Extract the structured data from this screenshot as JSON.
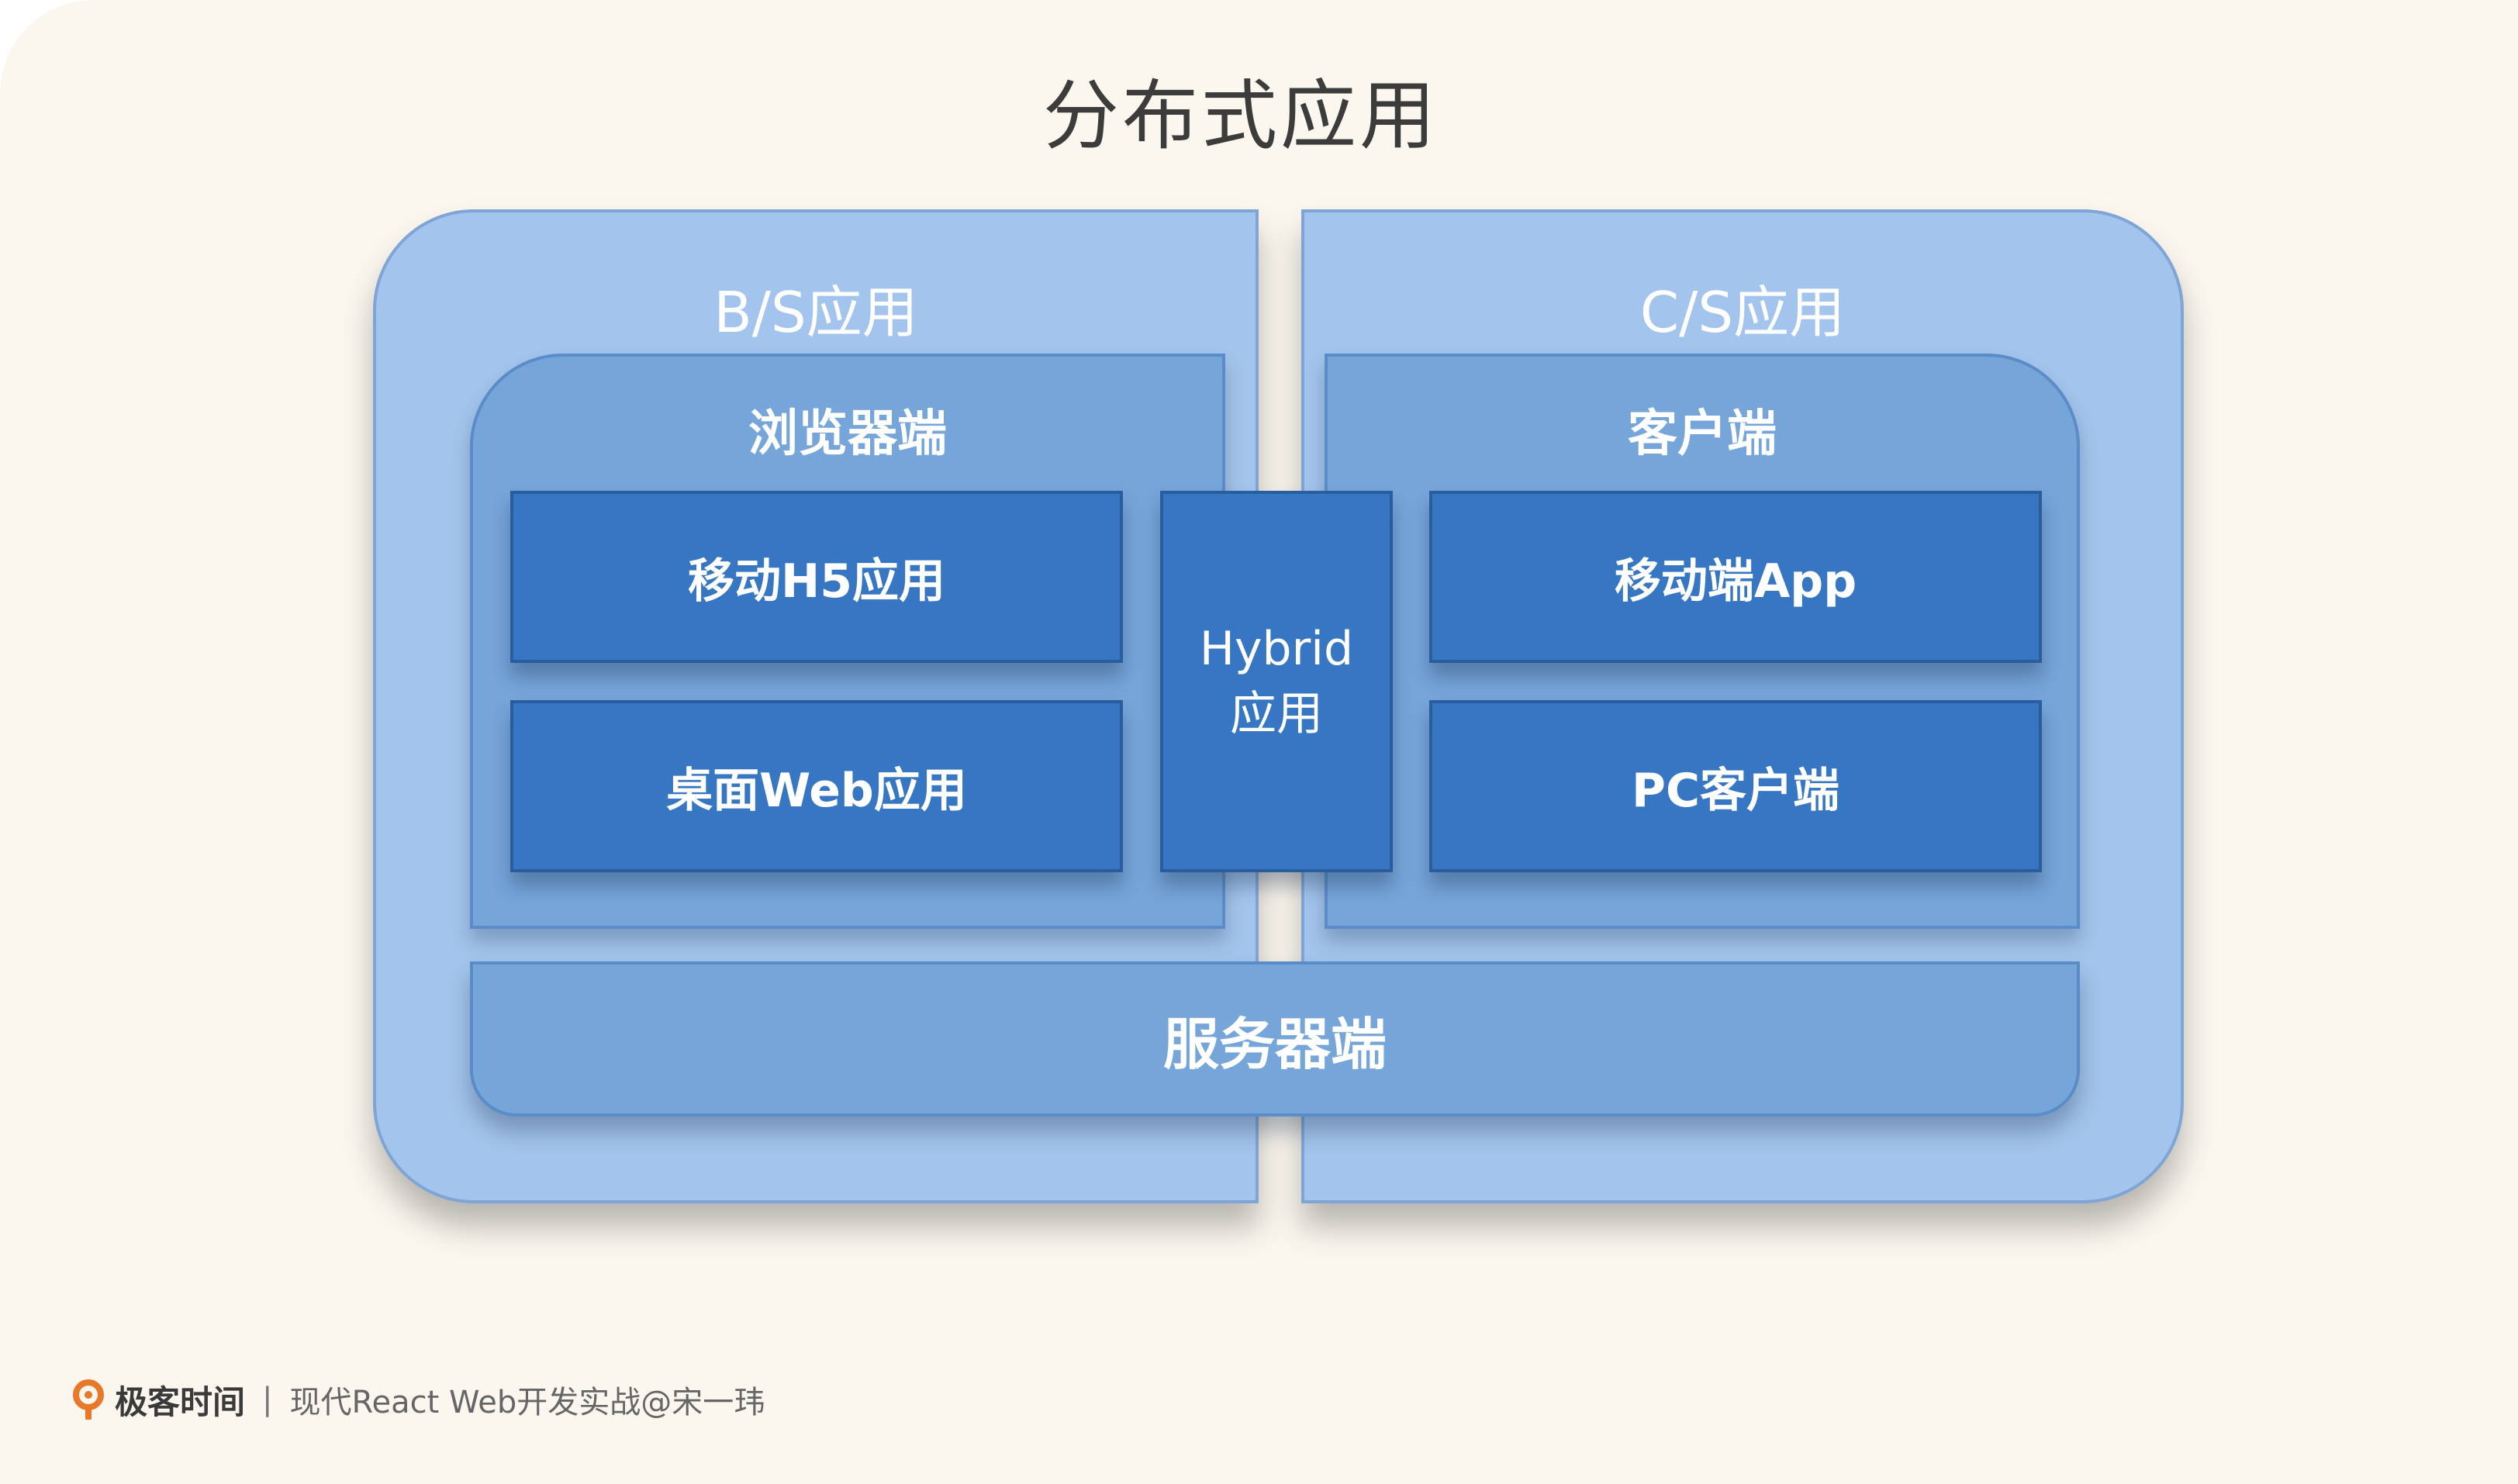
{
  "title": "分布式应用",
  "bs": {
    "label": "B/S应用",
    "client_label": "浏览器端",
    "items": [
      "移动H5应用",
      "桌面Web应用"
    ]
  },
  "cs": {
    "label": "C/S应用",
    "client_label": "客户端",
    "items": [
      "移动端App",
      "PC客户端"
    ]
  },
  "hybrid": {
    "line1": "Hybrid",
    "line2": "应用"
  },
  "server": {
    "label": "服务器端"
  },
  "footer": {
    "brand": "极客时间",
    "separator": "|",
    "course": "现代React Web开发实战@宋一玮"
  },
  "colors": {
    "background": "#fbf7ef",
    "outer_panel": "#a3c4ec",
    "inner_panel": "#76a5da",
    "box": "#3676c2",
    "logo": "#e8792b"
  }
}
